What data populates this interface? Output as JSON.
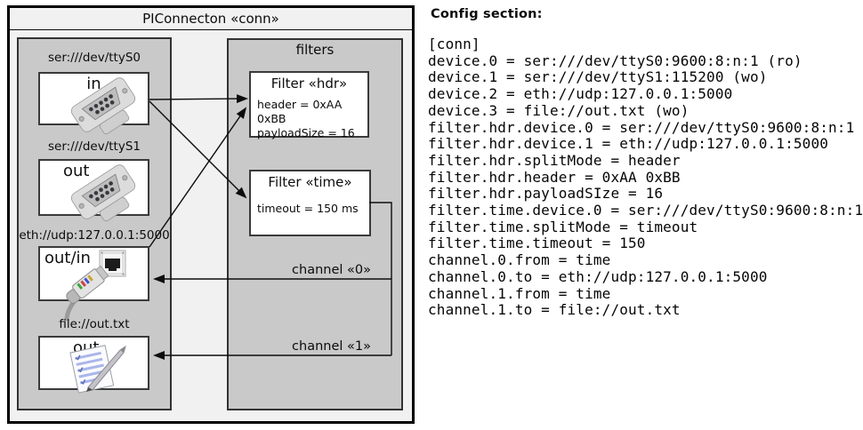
{
  "diagram": {
    "title": "PIConnecton «conn»",
    "filters_label": "filters",
    "devices": [
      {
        "label": "ser:///dev/ttyS0",
        "port": "in",
        "icon": "serial-connector-icon"
      },
      {
        "label": "ser:///dev/ttyS1",
        "port": "out",
        "icon": "serial-connector-icon"
      },
      {
        "label": "eth://udp:127.0.0.1:5000",
        "port": "out/in",
        "icon": "ethernet-connector-icon"
      },
      {
        "label": "file://out.txt",
        "port": "out",
        "icon": "notepad-icon"
      }
    ],
    "filters": [
      {
        "title": "Filter «hdr»",
        "attrs": [
          "header = 0xAA 0xBB",
          "payloadSize = 16"
        ]
      },
      {
        "title": "Filter «time»",
        "attrs": [
          "timeout = 150 ms"
        ]
      }
    ],
    "channels": [
      {
        "label": "channel «0»"
      },
      {
        "label": "channel «1»"
      }
    ]
  },
  "config": {
    "heading": "Config section:",
    "lines": [
      "[conn]",
      "device.0 = ser:///dev/ttyS0:9600:8:n:1 (ro)",
      "device.1 = ser:///dev/ttyS1:115200 (wo)",
      "device.2 = eth://udp:127.0.0.1:5000",
      "device.3 = file://out.txt (wo)",
      "filter.hdr.device.0 = ser:///dev/ttyS0:9600:8:n:1",
      "filter.hdr.device.1 = eth://udp:127.0.0.1:5000",
      "filter.hdr.splitMode = header",
      "filter.hdr.header = 0xAA 0xBB",
      "filter.hdr.payloadSIze = 16",
      "filter.time.device.0 = ser:///dev/ttyS0:9600:8:n:1",
      "filter.time.splitMode = timeout",
      "filter.time.timeout = 150",
      "channel.0.from = time",
      "channel.0.to = eth://udp:127.0.0.1:5000",
      "channel.1.from = time",
      "channel.1.to = file://out.txt"
    ]
  }
}
